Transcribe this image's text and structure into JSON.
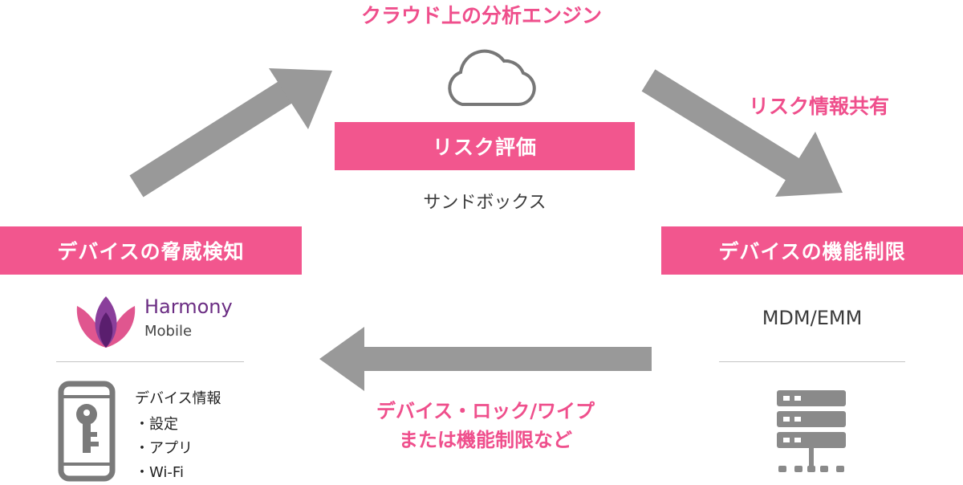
{
  "cloud": {
    "title": "クラウド上の分析エンジン",
    "icon": "cloud-icon"
  },
  "risk_eval": {
    "label": "リスク評価",
    "sub": "サンドボックス"
  },
  "share_label": "リスク情報共有",
  "detect": {
    "label": "デバイスの脅威検知",
    "logo_line1": "Harmony",
    "logo_line2": "Mobile",
    "icon": "phone-key-icon",
    "info_title": "デバイス情報",
    "info_items": [
      "・設定",
      "・アプリ",
      "・Wi-Fi"
    ]
  },
  "control": {
    "label": "デバイスの機能制限",
    "sub": "MDM/EMM",
    "icon": "server-icon"
  },
  "action": {
    "line1": "デバイス・ロック/ワイプ",
    "line2": "または機能制限など"
  },
  "colors": {
    "pink": "#f2568e",
    "arrow": "#999999",
    "logo_purple": "#6b2d83"
  }
}
